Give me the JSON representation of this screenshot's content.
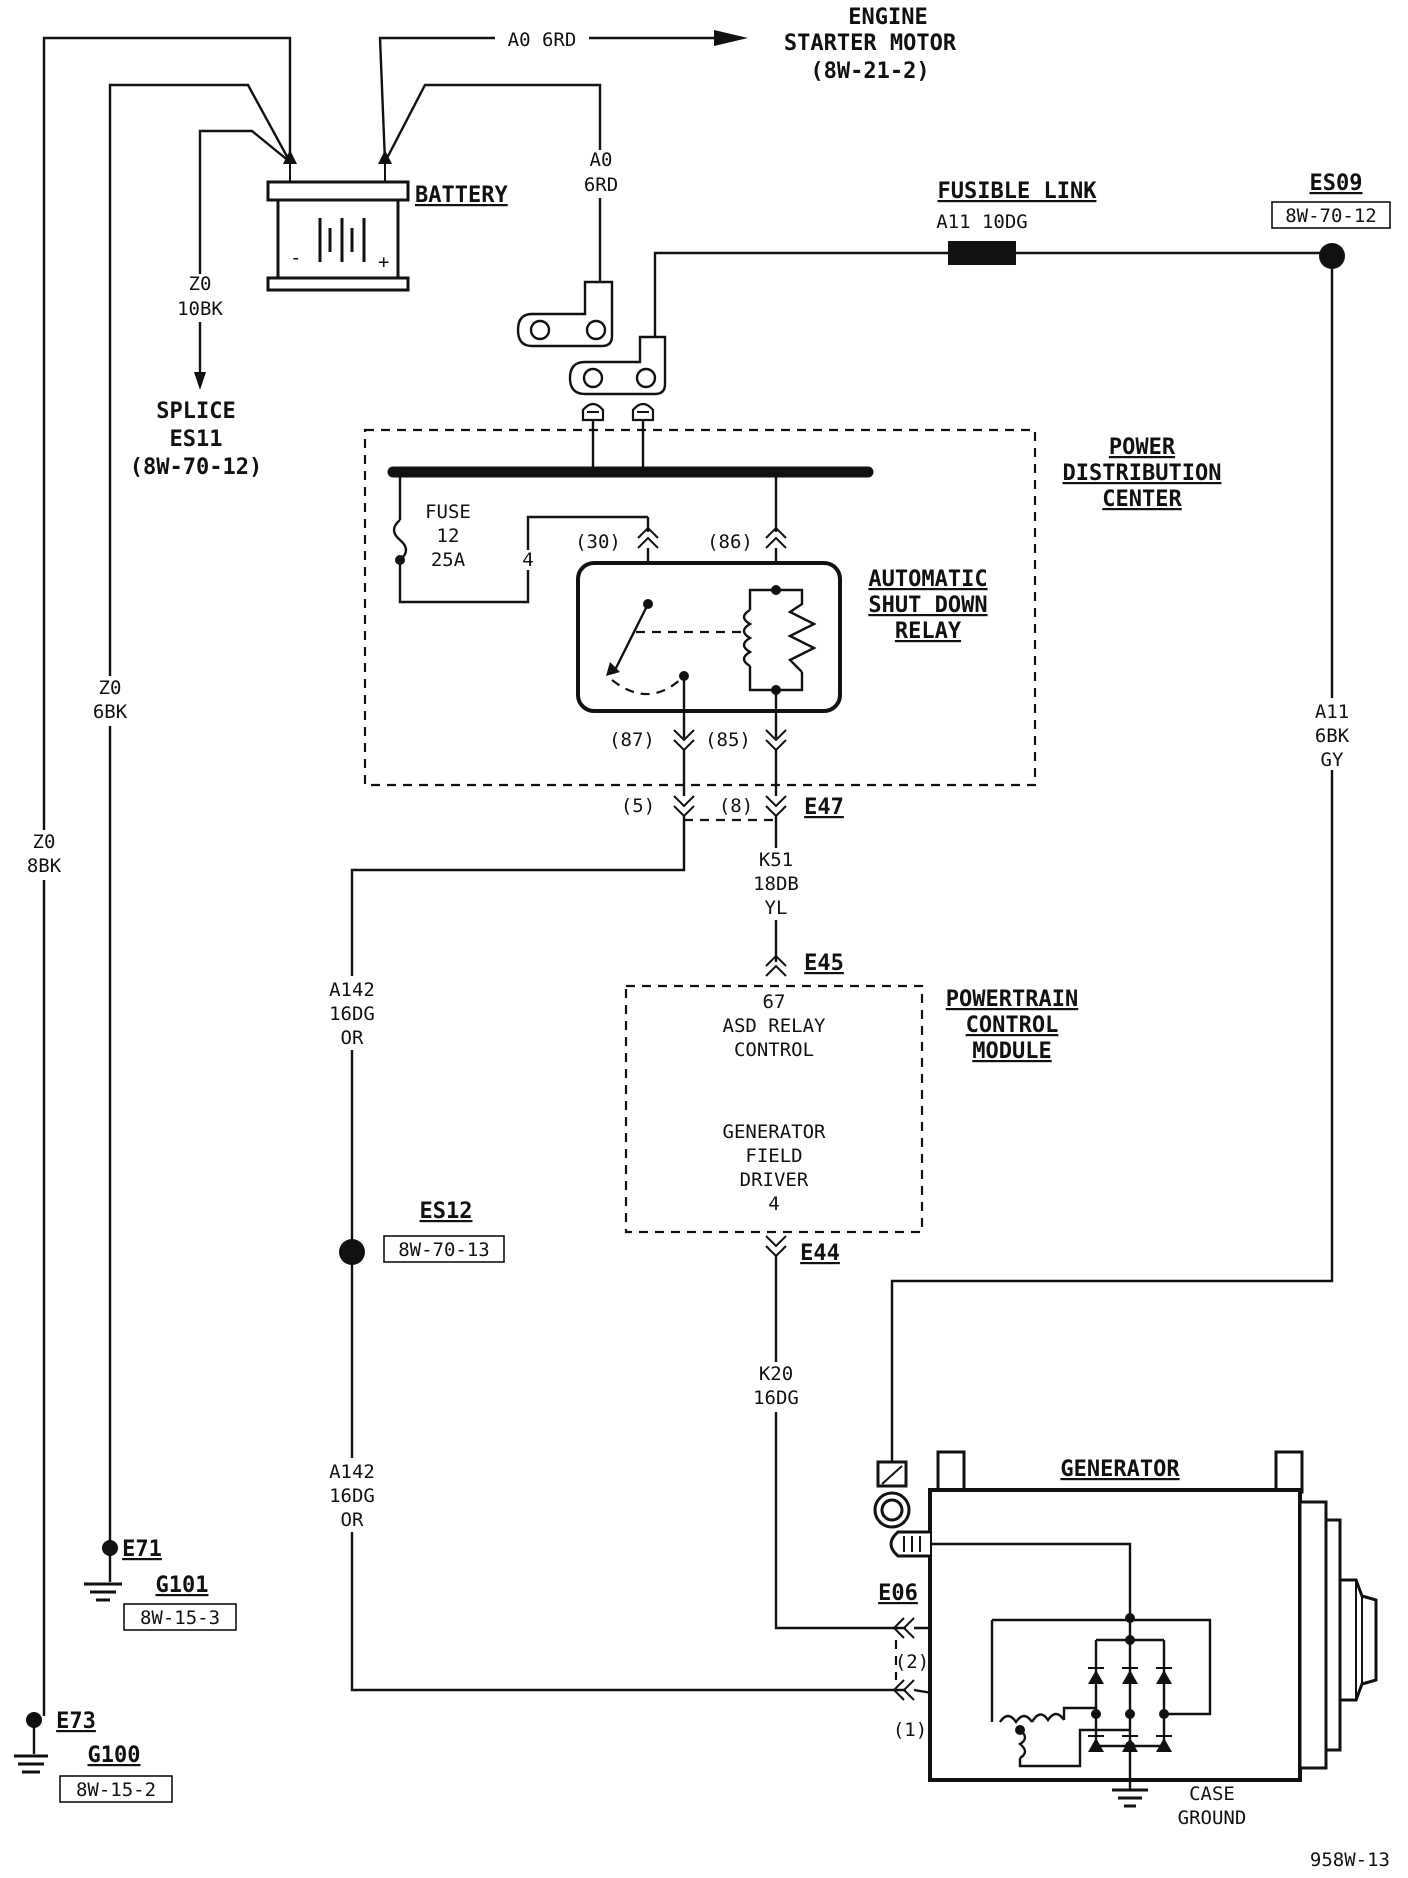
{
  "engine_starter": {
    "line1": "ENGINE",
    "line2": "STARTER MOTOR",
    "line3": "(8W-21-2)"
  },
  "wires": {
    "a0_top": "A0 6RD",
    "a0_vert_1": "A0",
    "a0_vert_2": "6RD",
    "z0_10bk_1": "Z0",
    "z0_10bk_2": "10BK",
    "z0_6bk_1": "Z0",
    "z0_6bk_2": "6BK",
    "z0_8bk_1": "Z0",
    "z0_8bk_2": "8BK",
    "a11_fusible": "A11 10DG",
    "a11_6bk_1": "A11",
    "a11_6bk_2": "6BK",
    "a11_6bk_3": "GY",
    "k51_1": "K51",
    "k51_2": "18DB",
    "k51_3": "YL",
    "a142_top_1": "A142",
    "a142_top_2": "16DG",
    "a142_top_3": "OR",
    "a142_bot_1": "A142",
    "a142_bot_2": "16DG",
    "a142_bot_3": "OR",
    "k20_1": "K20",
    "k20_2": "16DG"
  },
  "battery": {
    "label": "BATTERY",
    "minus": "-",
    "plus": "+"
  },
  "fusible_link": {
    "label": "FUSIBLE LINK"
  },
  "splices": {
    "es09": {
      "name": "ES09",
      "ref": "8W-70-12"
    },
    "es11": {
      "line1": "SPLICE",
      "line2": "ES11",
      "line3": "(8W-70-12)"
    },
    "es12": {
      "name": "ES12",
      "ref": "8W-70-13"
    }
  },
  "pdc": {
    "line1": "POWER",
    "line2": "DISTRIBUTION",
    "line3": "CENTER"
  },
  "fuse": {
    "line1": "FUSE",
    "line2": "12",
    "line3": "25A",
    "cavity": "4"
  },
  "asd_relay": {
    "line1": "AUTOMATIC",
    "line2": "SHUT DOWN",
    "line3": "RELAY",
    "pin30": "(30)",
    "pin86": "(86)",
    "pin87": "(87)",
    "pin85": "(85)"
  },
  "connectors": {
    "e47": {
      "name": "E47",
      "pin5": "(5)",
      "pin8": "(8)"
    },
    "e45": {
      "name": "E45"
    },
    "e44": {
      "name": "E44"
    },
    "e06": {
      "name": "E06",
      "pin2": "(2)",
      "pin1": "(1)"
    },
    "e71": {
      "name": "E71"
    },
    "e73": {
      "name": "E73"
    }
  },
  "pcm": {
    "title1": "POWERTRAIN",
    "title2": "CONTROL",
    "title3": "MODULE",
    "pin67": "67",
    "asd1": "ASD RELAY",
    "asd2": "CONTROL",
    "gen1": "GENERATOR",
    "gen2": "FIELD",
    "gen3": "DRIVER",
    "gen4": "4"
  },
  "generator": {
    "label": "GENERATOR",
    "case1": "CASE",
    "case2": "GROUND"
  },
  "grounds": {
    "g101": {
      "name": "G101",
      "ref": "8W-15-3"
    },
    "g100": {
      "name": "G100",
      "ref": "8W-15-2"
    }
  },
  "page_code": "958W-13"
}
